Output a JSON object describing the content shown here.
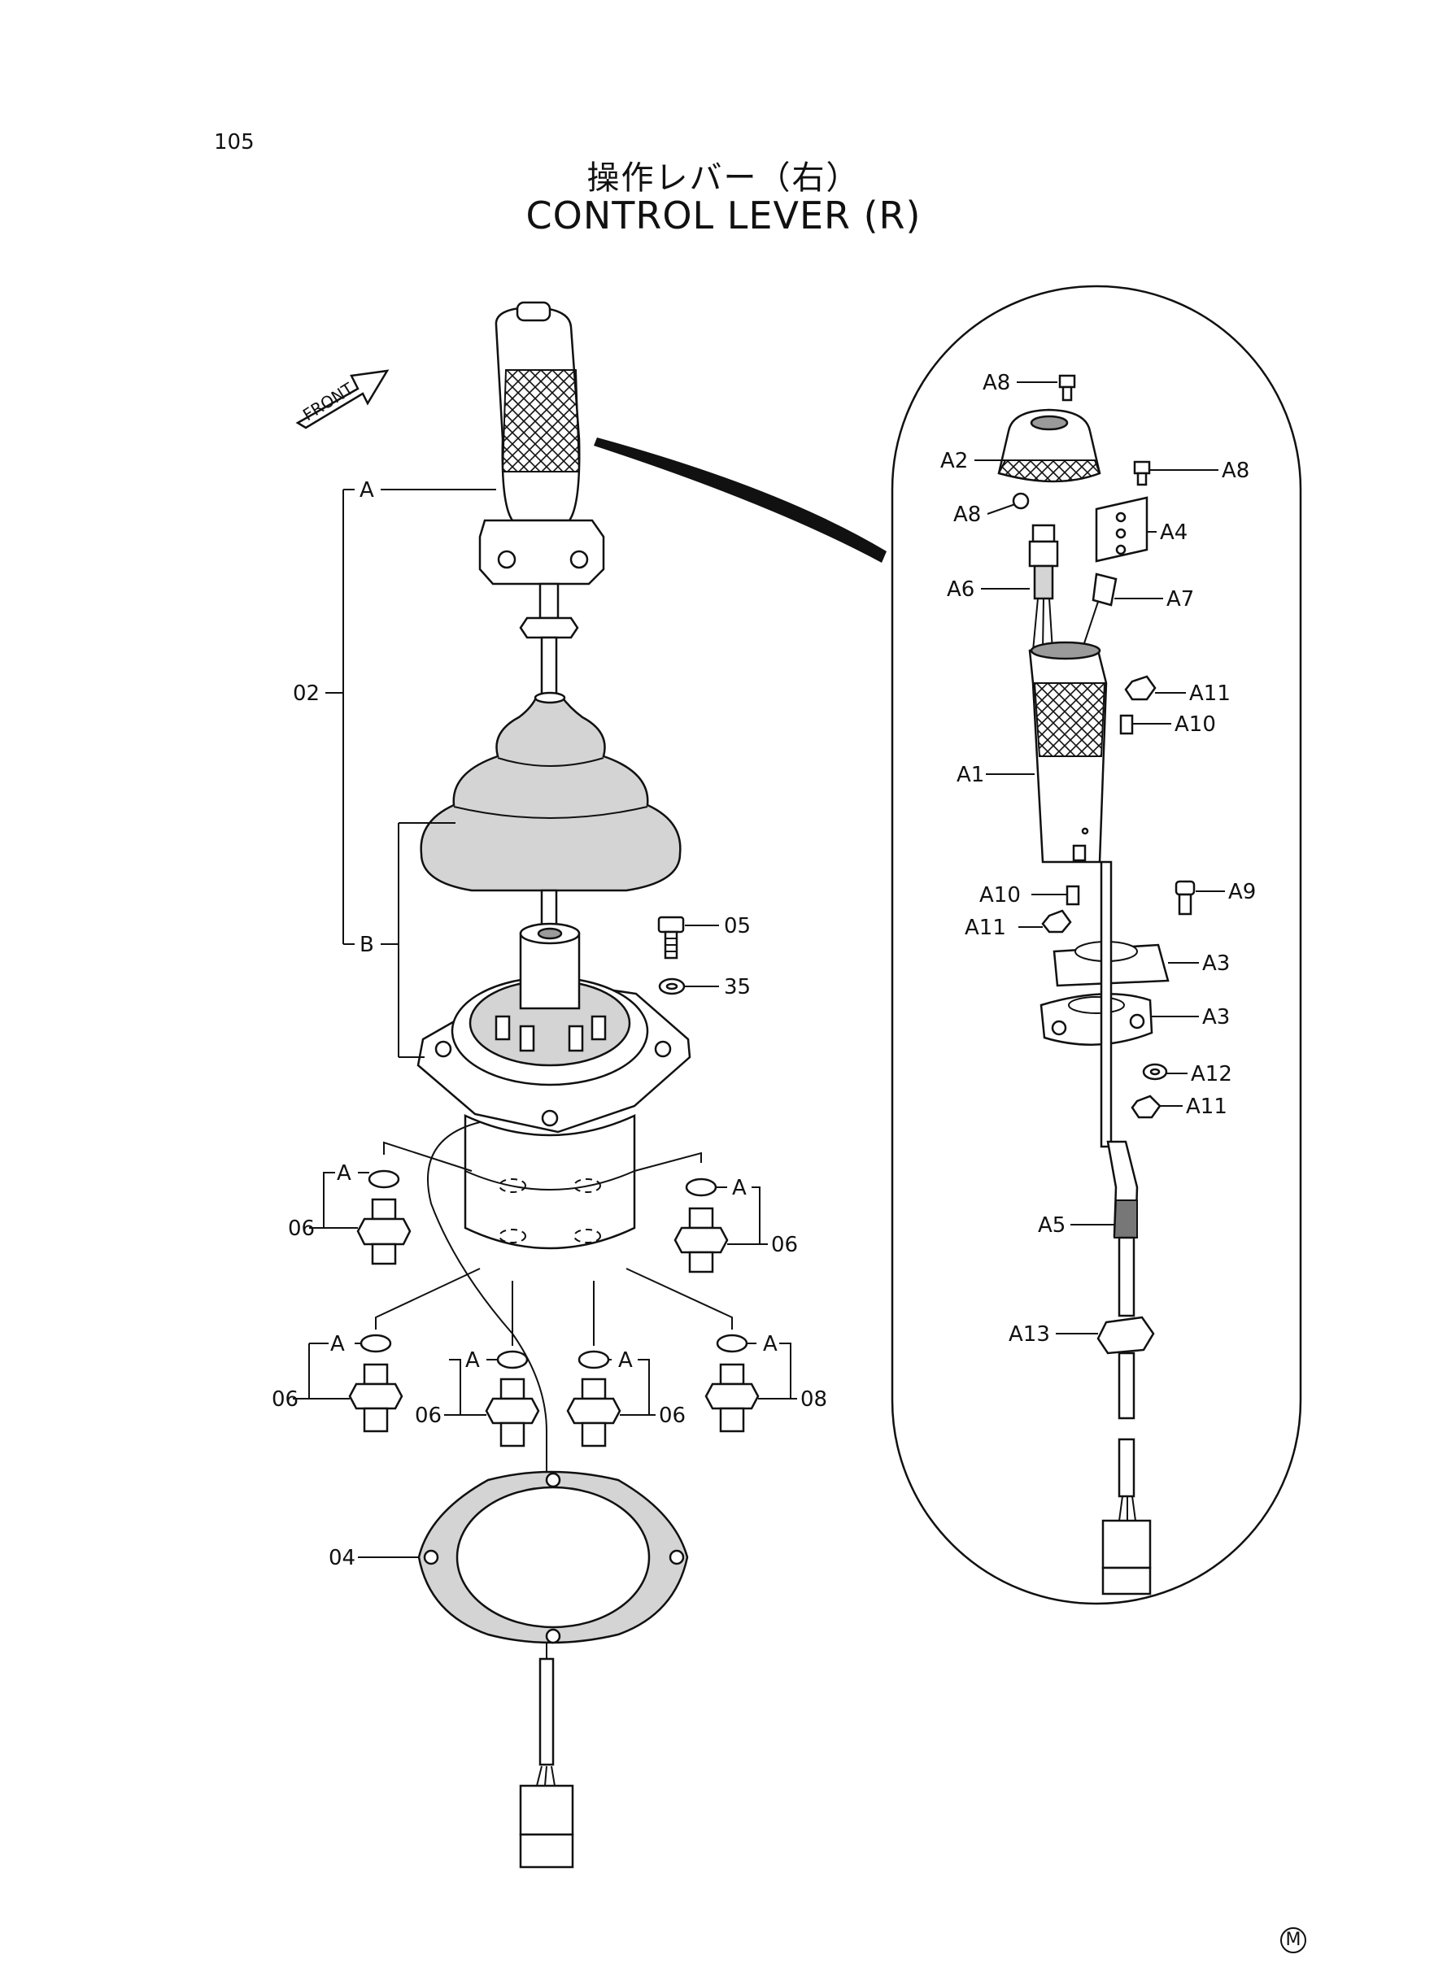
{
  "page_number": "105",
  "title_jp": "操作レバー（右）",
  "title_en": "CONTROL LEVER (R)",
  "front_label": "FRONT",
  "corner_mark": "M",
  "callouts": {
    "A_group": "A",
    "B_group": "B",
    "p02": "02",
    "p05": "05",
    "p35": "35",
    "p04": "04",
    "p06": "06",
    "p08": "08",
    "A1": "A1",
    "A2": "A2",
    "A3": "A3",
    "A4": "A4",
    "A5": "A5",
    "A6": "A6",
    "A7": "A7",
    "A8": "A8",
    "A9": "A9",
    "A10": "A10",
    "A11": "A11",
    "A12": "A12",
    "A13": "A13"
  }
}
